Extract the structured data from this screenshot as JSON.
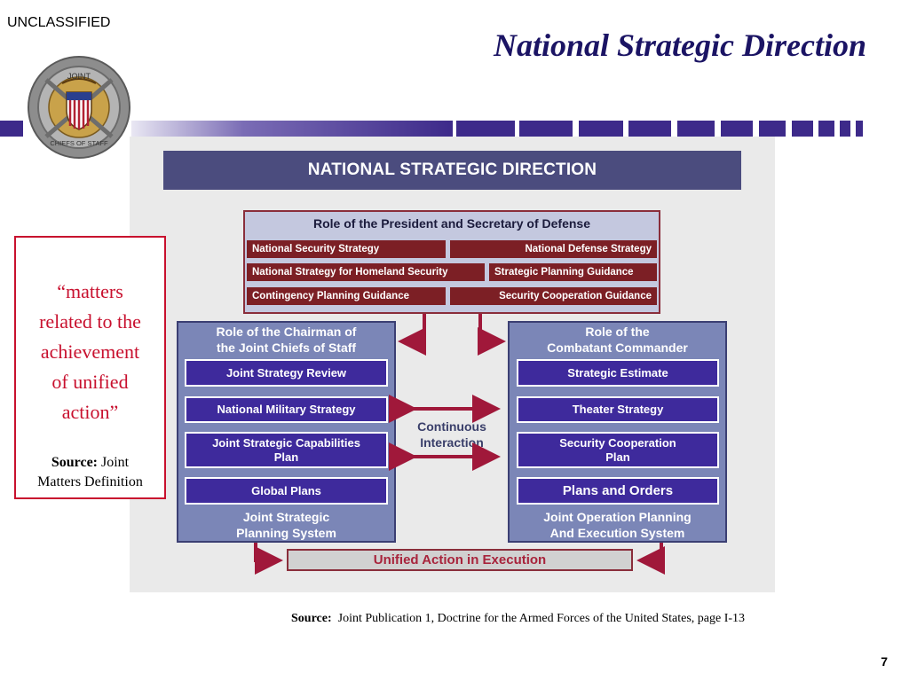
{
  "slide": {
    "classification": "UNCLASSIFIED",
    "title": "National Strategic Direction",
    "page_number": "7",
    "footer_label": "Source:",
    "footer_text": "Joint Publication 1, Doctrine for the Armed Forces of the United States, page I-13"
  },
  "seal": {
    "icon": "joint-chiefs-of-staff-seal-icon",
    "text_top": "JOINT",
    "text_bottom": "CHIEFS OF STAFF"
  },
  "quote": {
    "lines": [
      "“matters",
      "related to the",
      "achievement",
      "of unified",
      "action”"
    ],
    "source_label": "Source:",
    "source_line1": "Joint",
    "source_line2": "Matters Definition"
  },
  "diagram": {
    "title": "NATIONAL STRATEGIC DIRECTION",
    "president": {
      "title": "Role of the President and Secretary of Defense",
      "items": [
        "National Security Strategy",
        "National Defense  Strategy",
        "National Strategy for Homeland Security",
        "Strategic Planning Guidance",
        "Contingency Planning Guidance",
        "Security Cooperation Guidance"
      ]
    },
    "chairman": {
      "title_line1": "Role of the Chairman of",
      "title_line2": "the Joint Chiefs of Staff",
      "items": [
        "Joint Strategy Review",
        "National Military Strategy",
        "Joint Strategic Capabilities",
        "Plan",
        "Global Plans"
      ],
      "footer_line1": "Joint Strategic",
      "footer_line2": "Planning System"
    },
    "combatant": {
      "title_line1": "Role of the",
      "title_line2": "Combatant Commander",
      "items": [
        "Strategic Estimate",
        "Theater Strategy",
        "Security Cooperation",
        "Plan",
        "Plans and Orders"
      ],
      "footer_line1": "Joint Operation Planning",
      "footer_line2": "And Execution System"
    },
    "interaction_line1": "Continuous",
    "interaction_line2": "Interaction",
    "unified_action": "Unified Action in Execution"
  },
  "colors": {
    "title": "#1b1464",
    "band": "#3d2a8a",
    "arrow": "#a0183a",
    "quote": "#c8102e",
    "item_fill": "#3e2a9c",
    "side_fill": "#7b86b7",
    "president_item_fill": "#7c1f25"
  }
}
